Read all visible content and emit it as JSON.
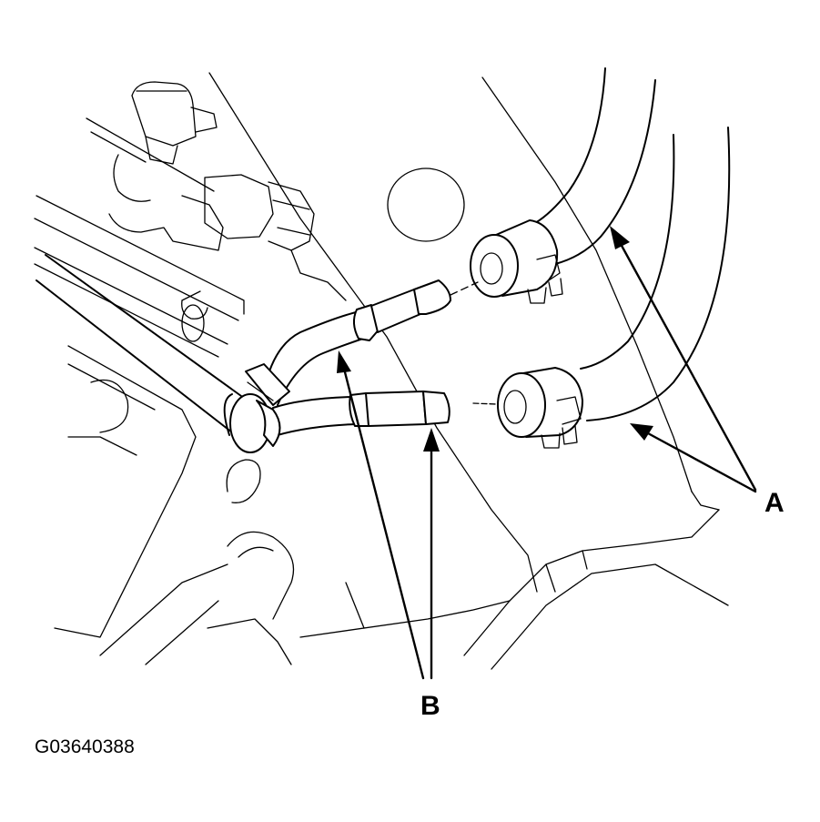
{
  "callouts": {
    "a": {
      "letter": "A"
    },
    "b": {
      "letter": "B"
    }
  },
  "figure_code": "G03640388"
}
